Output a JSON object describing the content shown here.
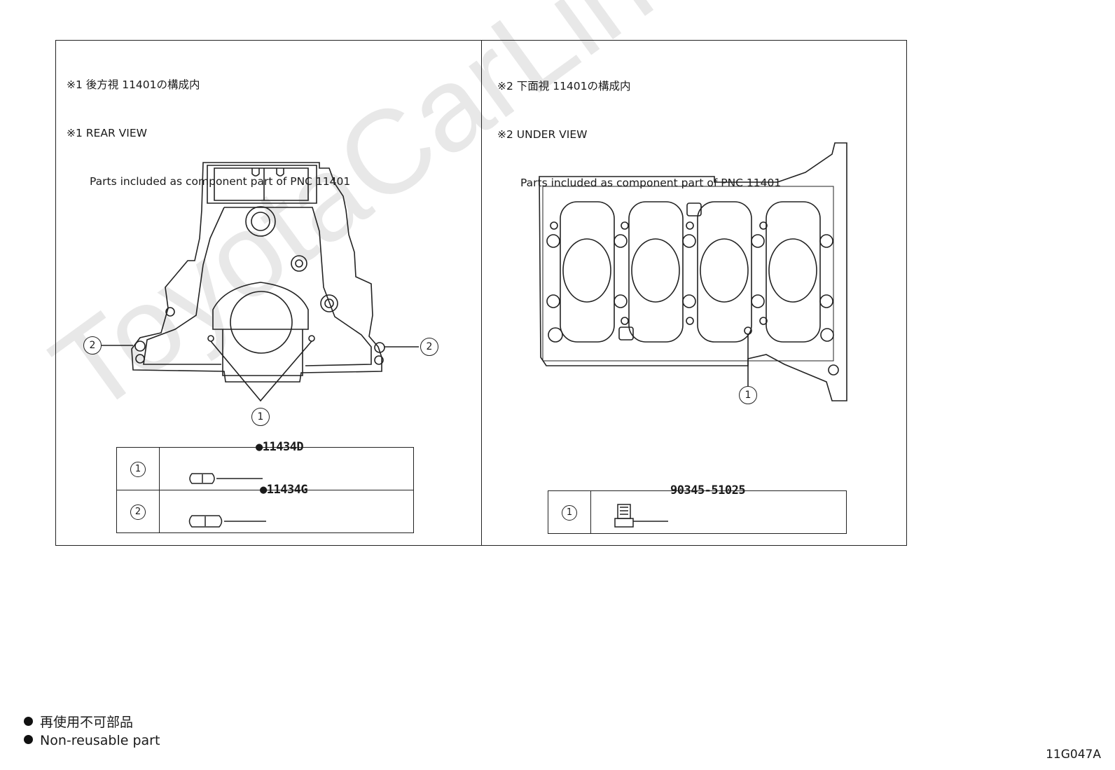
{
  "watermark": "ToyotaCarLine.ru",
  "left_panel": {
    "line1": "※1 後方視 11401の構成内",
    "line2": "※1 REAR VIEW",
    "line3": "Parts included as component part of PNC 11401",
    "callout_1": "1",
    "callout_2a": "2",
    "callout_2b": "2",
    "parts": [
      {
        "num": "1",
        "part_no": "●11434D"
      },
      {
        "num": "2",
        "part_no": "●11434G"
      }
    ]
  },
  "right_panel": {
    "line1": "※2 下面視 11401の構成内",
    "line2": "※2 UNDER VIEW",
    "line3": "Parts included as component part of PNC 11401",
    "callout_1": "1",
    "parts": [
      {
        "num": "1",
        "part_no": "90345-51025"
      }
    ]
  },
  "legend": {
    "jp": "再使用不可部品",
    "en": "Non-reusable part"
  },
  "illustration_code": "11G047A"
}
